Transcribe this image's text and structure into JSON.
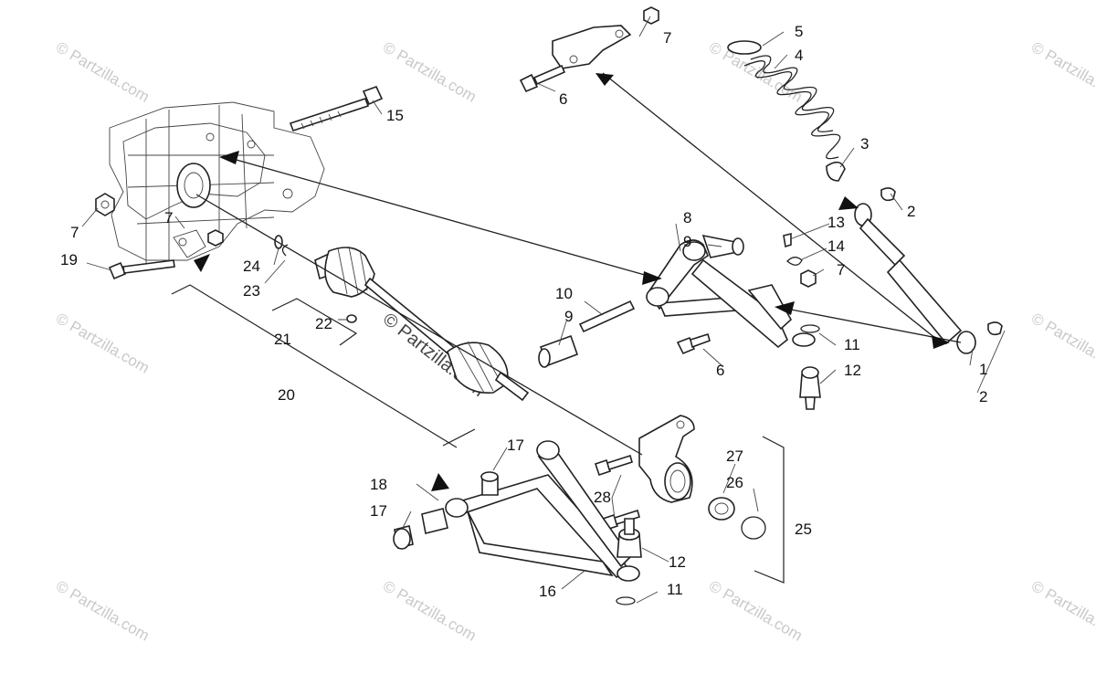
{
  "diagram": {
    "watermark_text": "© Partzilla.com",
    "center_watermark_text": "© Partzilla.com",
    "labels": {
      "l1": "1",
      "l2a": "2",
      "l2b": "2",
      "l3": "3",
      "l4": "4",
      "l5": "5",
      "l6a": "6",
      "l6b": "6",
      "l7a": "7",
      "l7b": "7",
      "l7c": "7",
      "l7d": "7",
      "l8": "8",
      "l9a": "9",
      "l9b": "9",
      "l10": "10",
      "l11a": "11",
      "l11b": "11",
      "l12a": "12",
      "l12b": "12",
      "l13": "13",
      "l14": "14",
      "l15": "15",
      "l16": "16",
      "l17a": "17",
      "l17b": "17",
      "l18": "18",
      "l19": "19",
      "l20": "20",
      "l21": "21",
      "l22": "22",
      "l23": "23",
      "l24": "24",
      "l25": "25",
      "l26": "26",
      "l27": "27",
      "l28": "28"
    }
  }
}
